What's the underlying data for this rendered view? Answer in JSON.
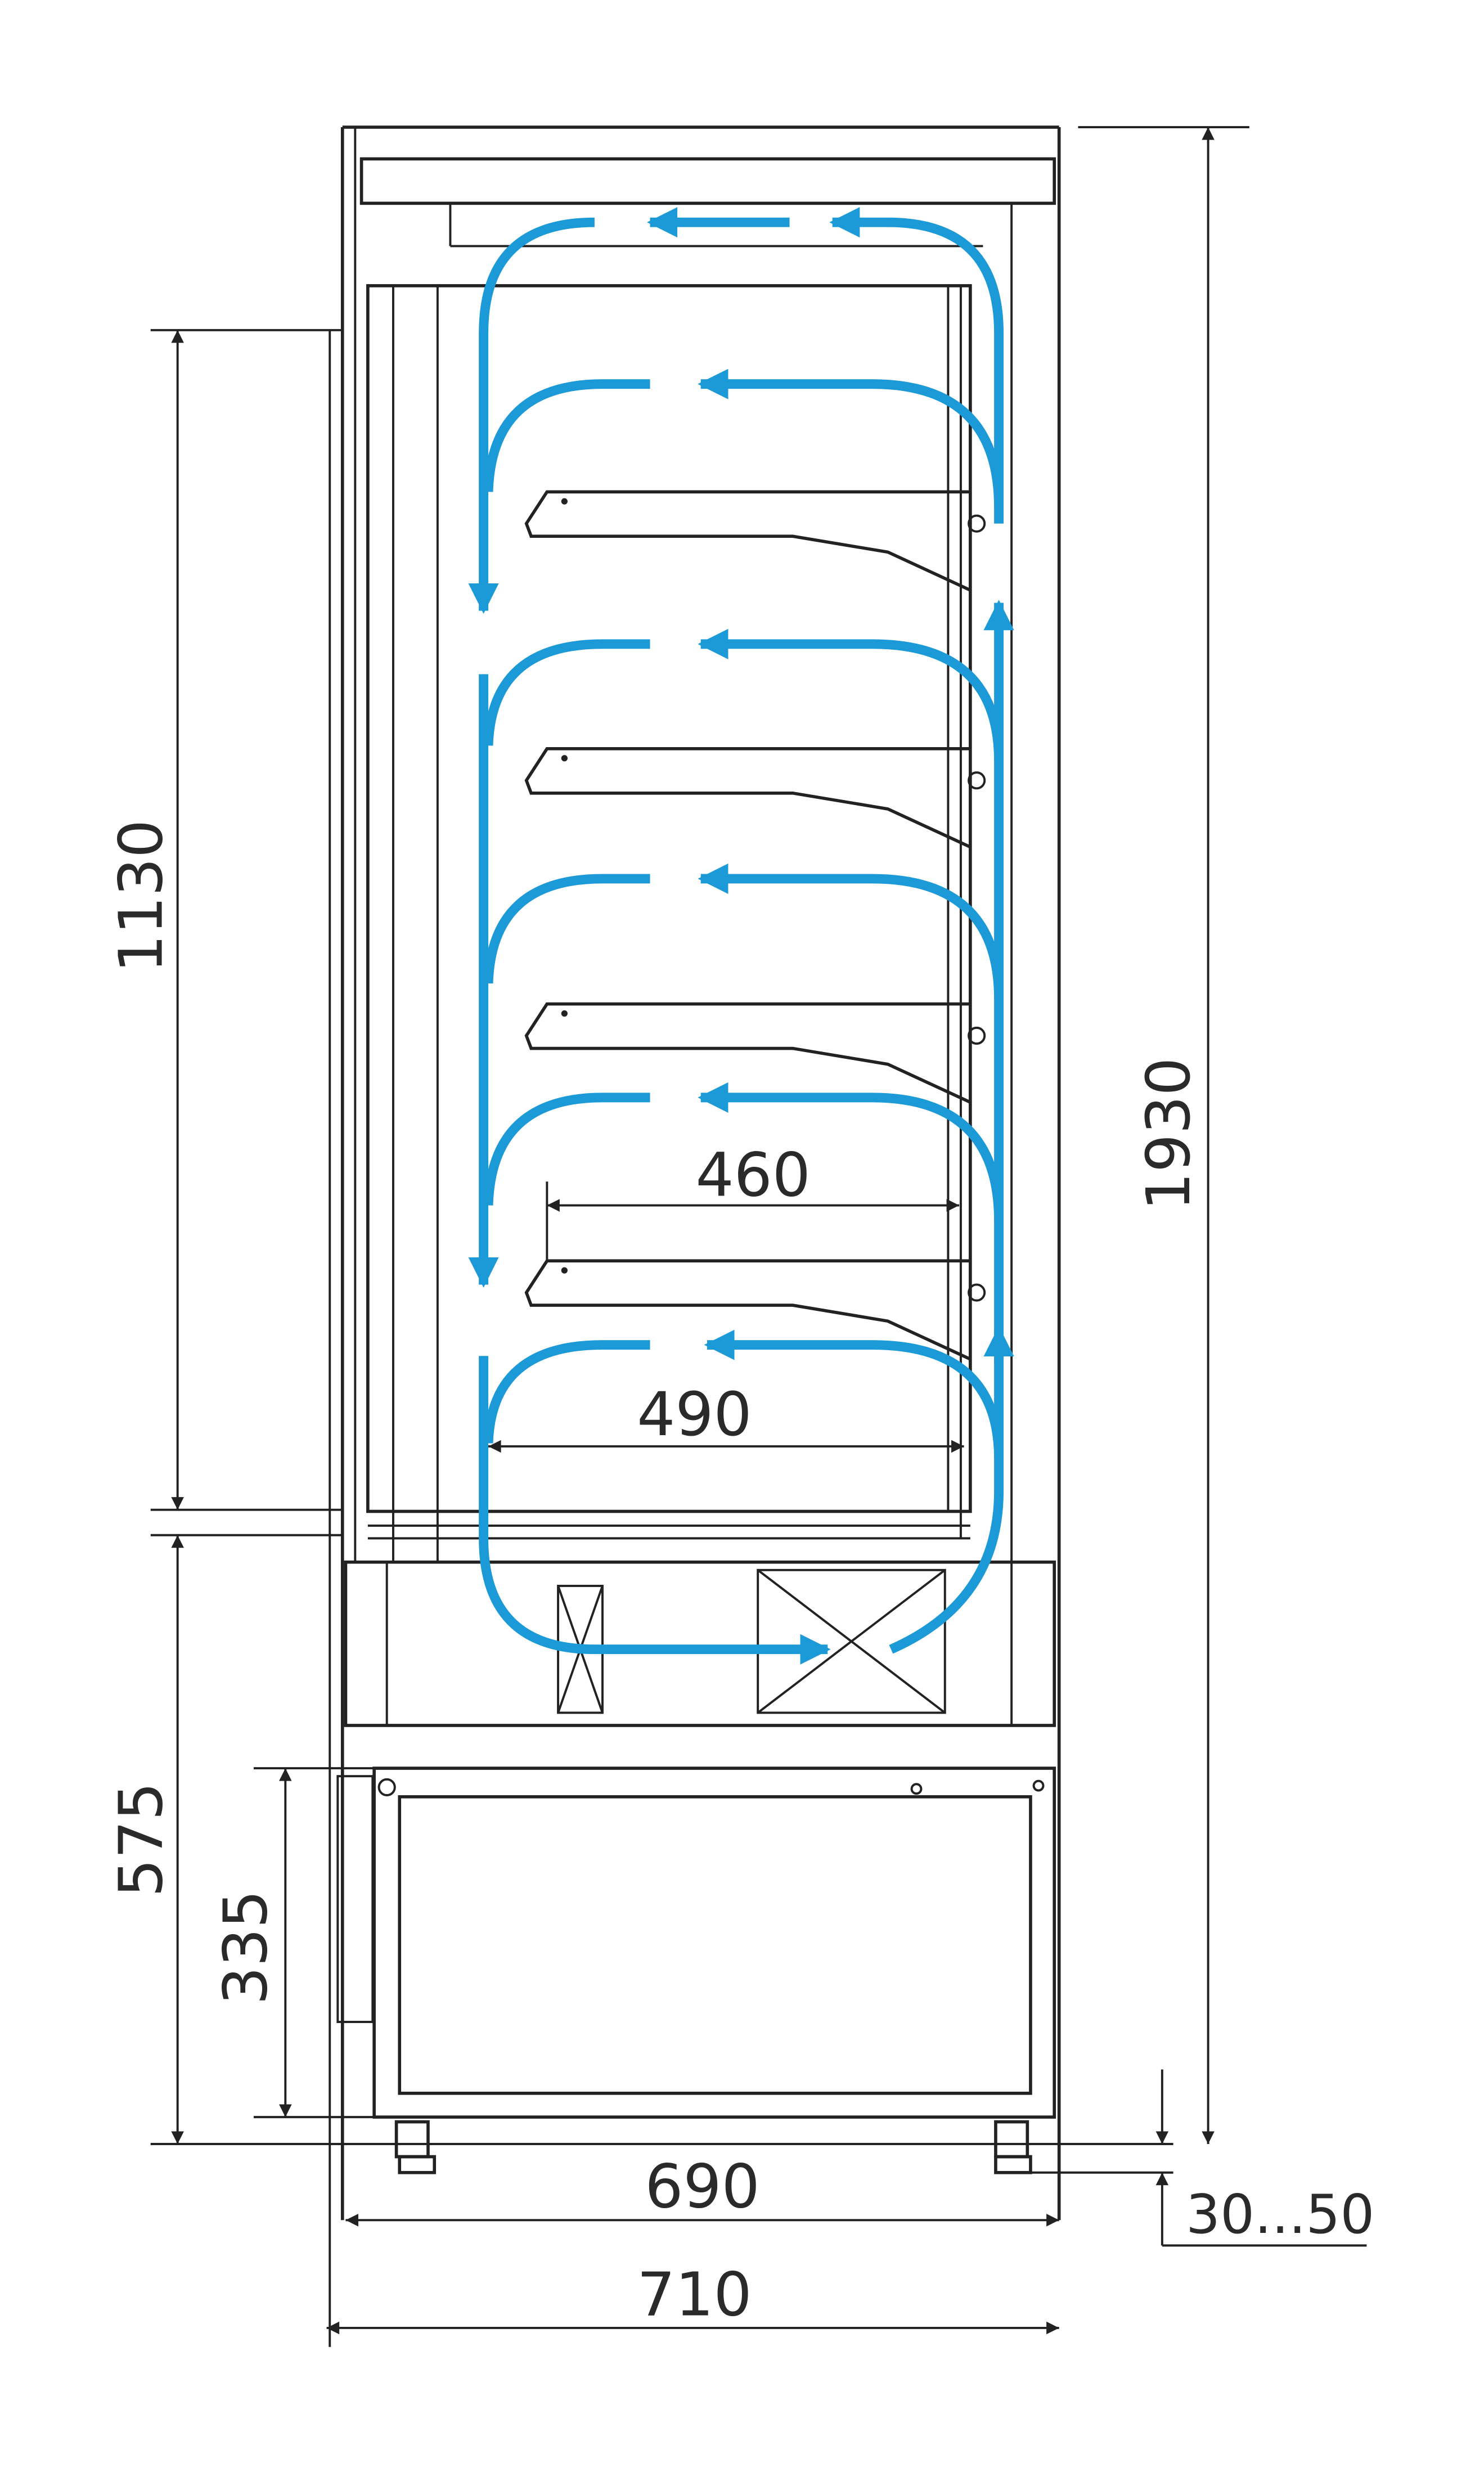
{
  "title": "Refrigerated display cabinet – side section with airflow",
  "colors": {
    "airflow": "#1c9ad8",
    "lines": "#222222"
  },
  "dimensions": {
    "overall_height": "1930",
    "display_height": "1130",
    "base_height": "575",
    "door_height": "335",
    "shelf_depth_upper": "460",
    "shelf_depth_lower": "490",
    "body_depth": "690",
    "overall_depth": "710",
    "foot_adjustment": "30...50"
  },
  "shelves": 4,
  "airflow_loops": 5
}
